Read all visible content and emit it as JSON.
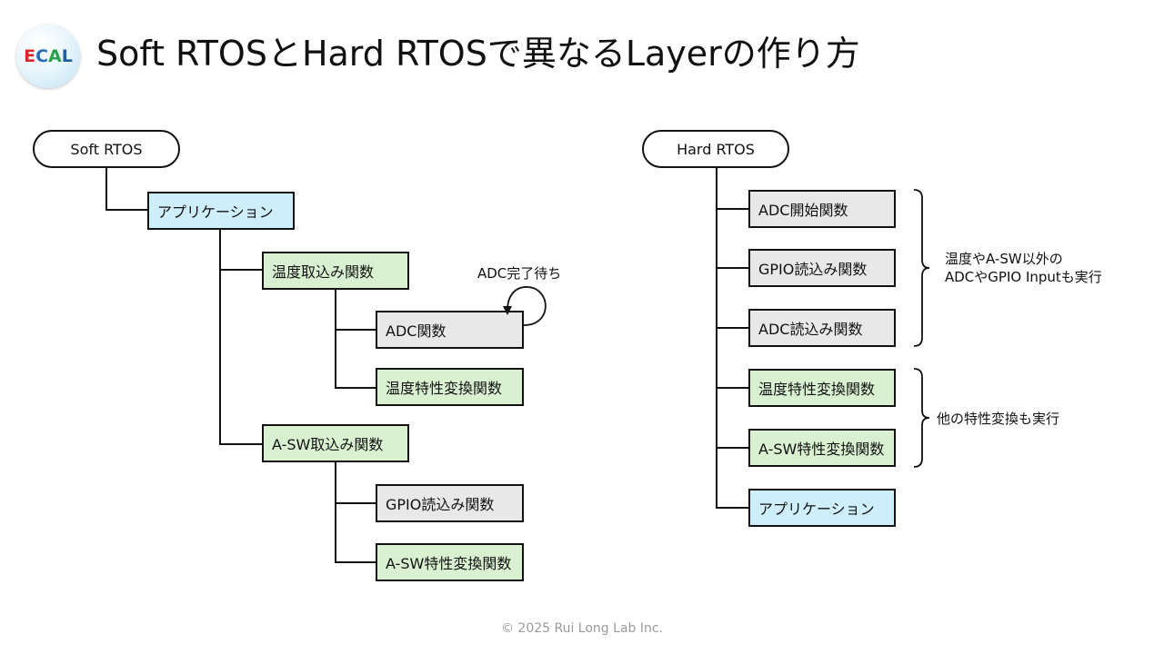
{
  "logo": {
    "text_parts": [
      "E",
      "C",
      "A",
      "L"
    ]
  },
  "title": "Soft RTOSとHard RTOSで異なるLayerの作り方",
  "soft": {
    "root": "Soft RTOS",
    "application": "アプリケーション",
    "temp_read": "温度取込み関数",
    "adc": "ADC関数",
    "adc_wait": "ADC完了待ち",
    "temp_convert": "温度特性変換関数",
    "asw_read": "A-SW取込み関数",
    "gpio_read": "GPIO読込み関数",
    "asw_convert": "A-SW特性変換関数"
  },
  "hard": {
    "root": "Hard RTOS",
    "adc_start": "ADC開始関数",
    "gpio_read": "GPIO読込み関数",
    "adc_read": "ADC読込み関数",
    "temp_convert": "温度特性変換関数",
    "asw_convert": "A-SW特性変換関数",
    "application": "アプリケーション",
    "note_inputs_line1": "温度やA-SW以外の",
    "note_inputs_line2": "ADCやGPIO Inputも実行",
    "note_convert": "他の特性変換も実行"
  },
  "footer": "© 2025 Rui Long Lab Inc.",
  "colors": {
    "application_fill": "#cdeefa",
    "function_fill_green": "#d9f1d1",
    "driver_fill_gray": "#e8e8e8",
    "line": "#111111"
  }
}
